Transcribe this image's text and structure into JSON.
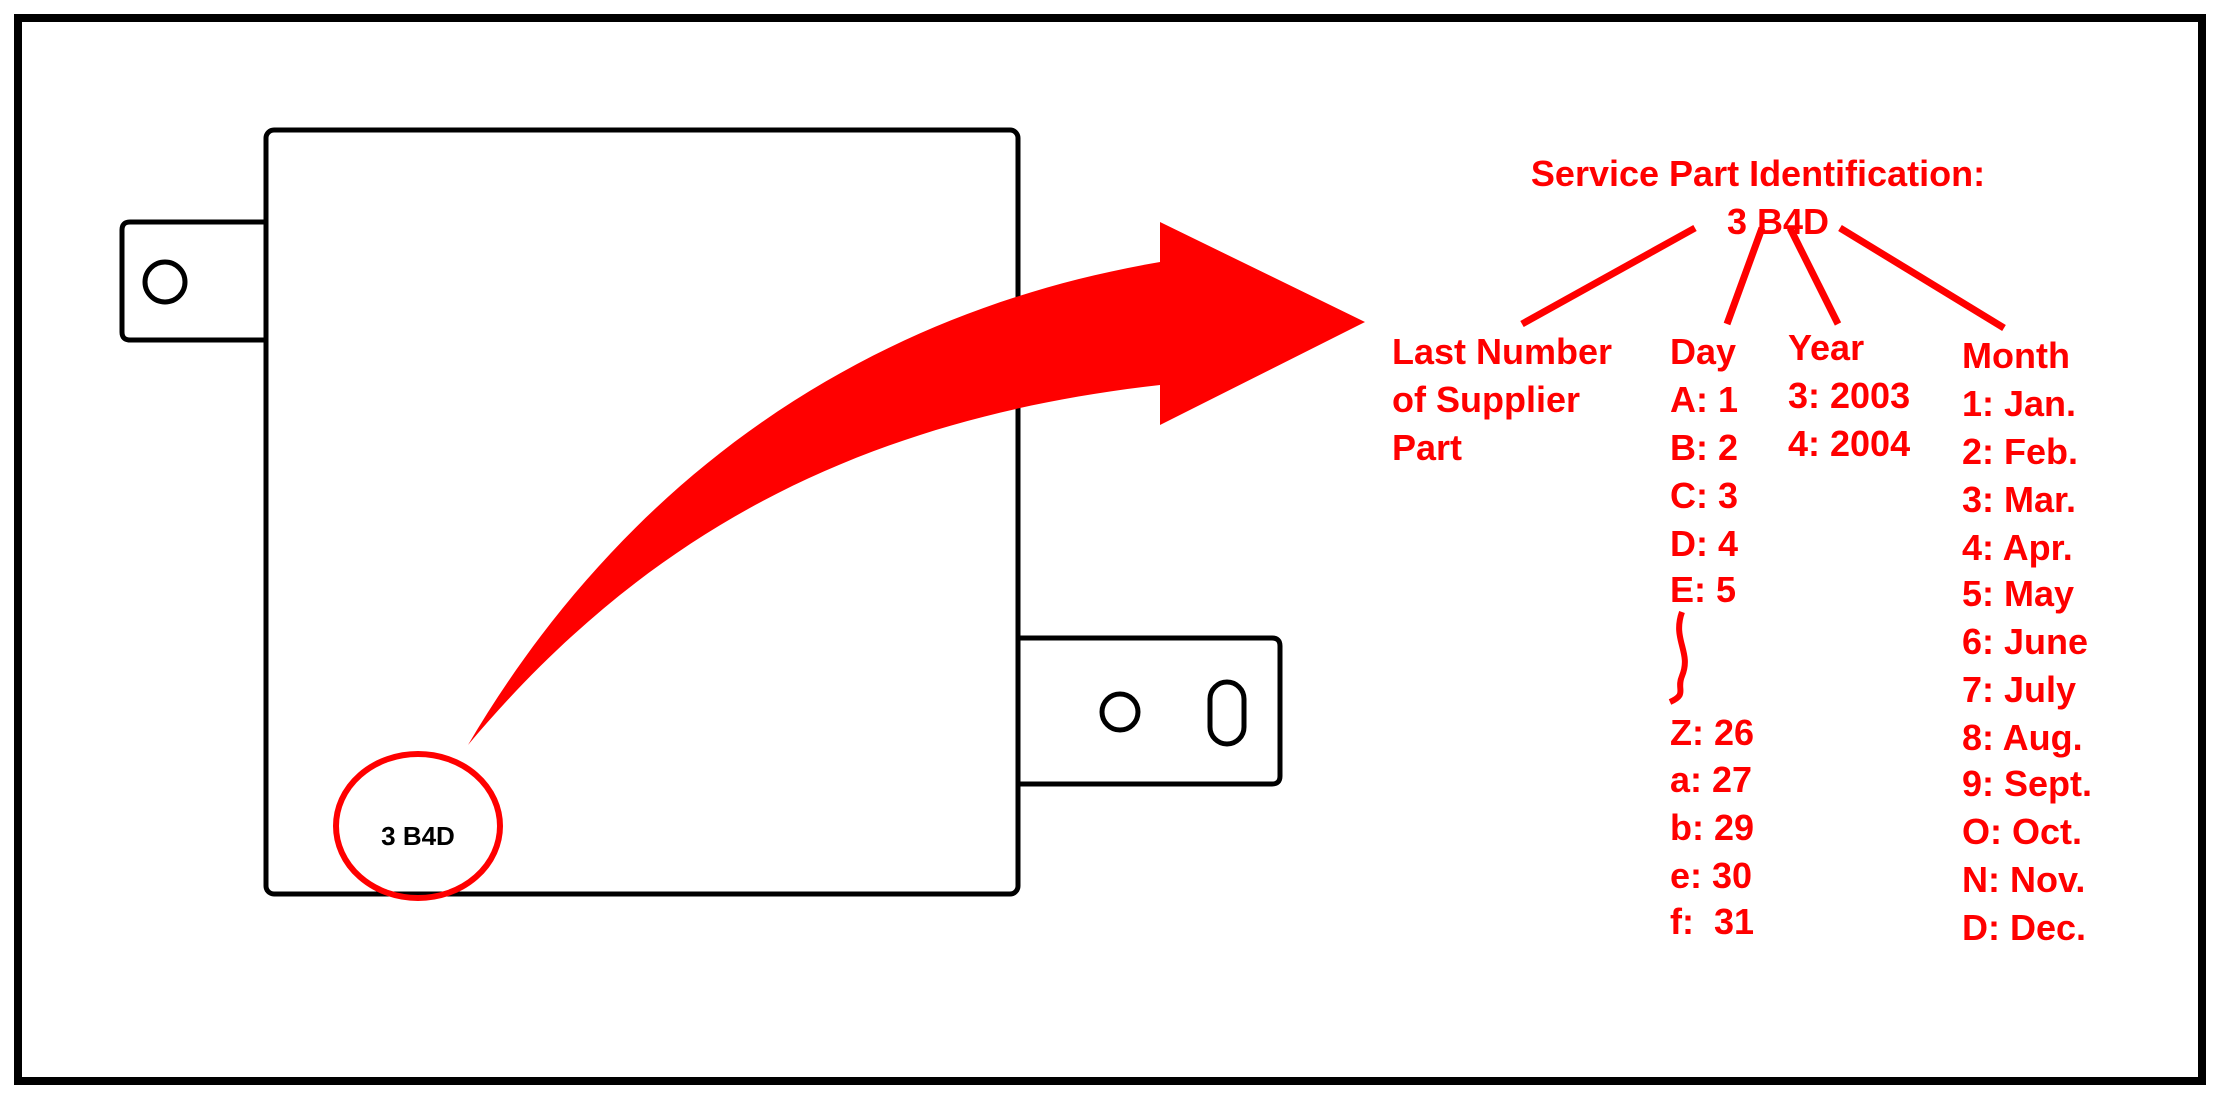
{
  "colors": {
    "accent": "#ff0000",
    "outline": "#000000",
    "background": "#ffffff"
  },
  "part_marking": "3 B4D",
  "heading": "Service Part Identification:",
  "code": "3 B4D",
  "columns": {
    "supplier": {
      "title_lines": [
        "Last Number",
        "of Supplier",
        "Part"
      ]
    },
    "day": {
      "title": "Day",
      "entries_top": [
        "A: 1",
        "B: 2",
        "C: 3",
        "D: 4",
        "E: 5"
      ],
      "entries_bottom": [
        "Z: 26",
        "a: 27",
        "b: 29",
        "e: 30",
        "f:  31"
      ]
    },
    "year": {
      "title": "Year",
      "entries": [
        "3: 2003",
        "4: 2004"
      ]
    },
    "month": {
      "title": "Month",
      "entries": [
        "1: Jan.",
        "2: Feb.",
        "3: Mar.",
        "4: Apr.",
        "5: May",
        "6: June",
        "7: July",
        "8: Aug.",
        "9: Sept.",
        "O: Oct.",
        "N: Nov.",
        "D: Dec."
      ]
    }
  }
}
